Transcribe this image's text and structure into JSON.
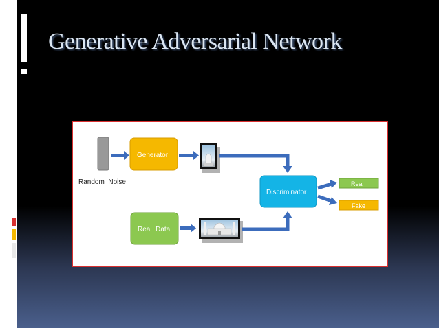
{
  "title": "Generative Adversarial Network",
  "colors": {
    "title": "#dbe6f2",
    "frame_border": "#d83030",
    "generator": "#f5b800",
    "discriminator": "#14b4e6",
    "real_data": "#8cc850",
    "real_output": "#8cc850",
    "fake_output": "#f5b800",
    "arrow": "#3c6cbc",
    "noise": "#999999"
  },
  "diagram": {
    "noise_label": "Random  Noise",
    "generator_label": "Generator",
    "discriminator_label": "Discriminator",
    "real_data_label": "Real  Data",
    "real_label": "Real",
    "fake_label": "Fake"
  }
}
